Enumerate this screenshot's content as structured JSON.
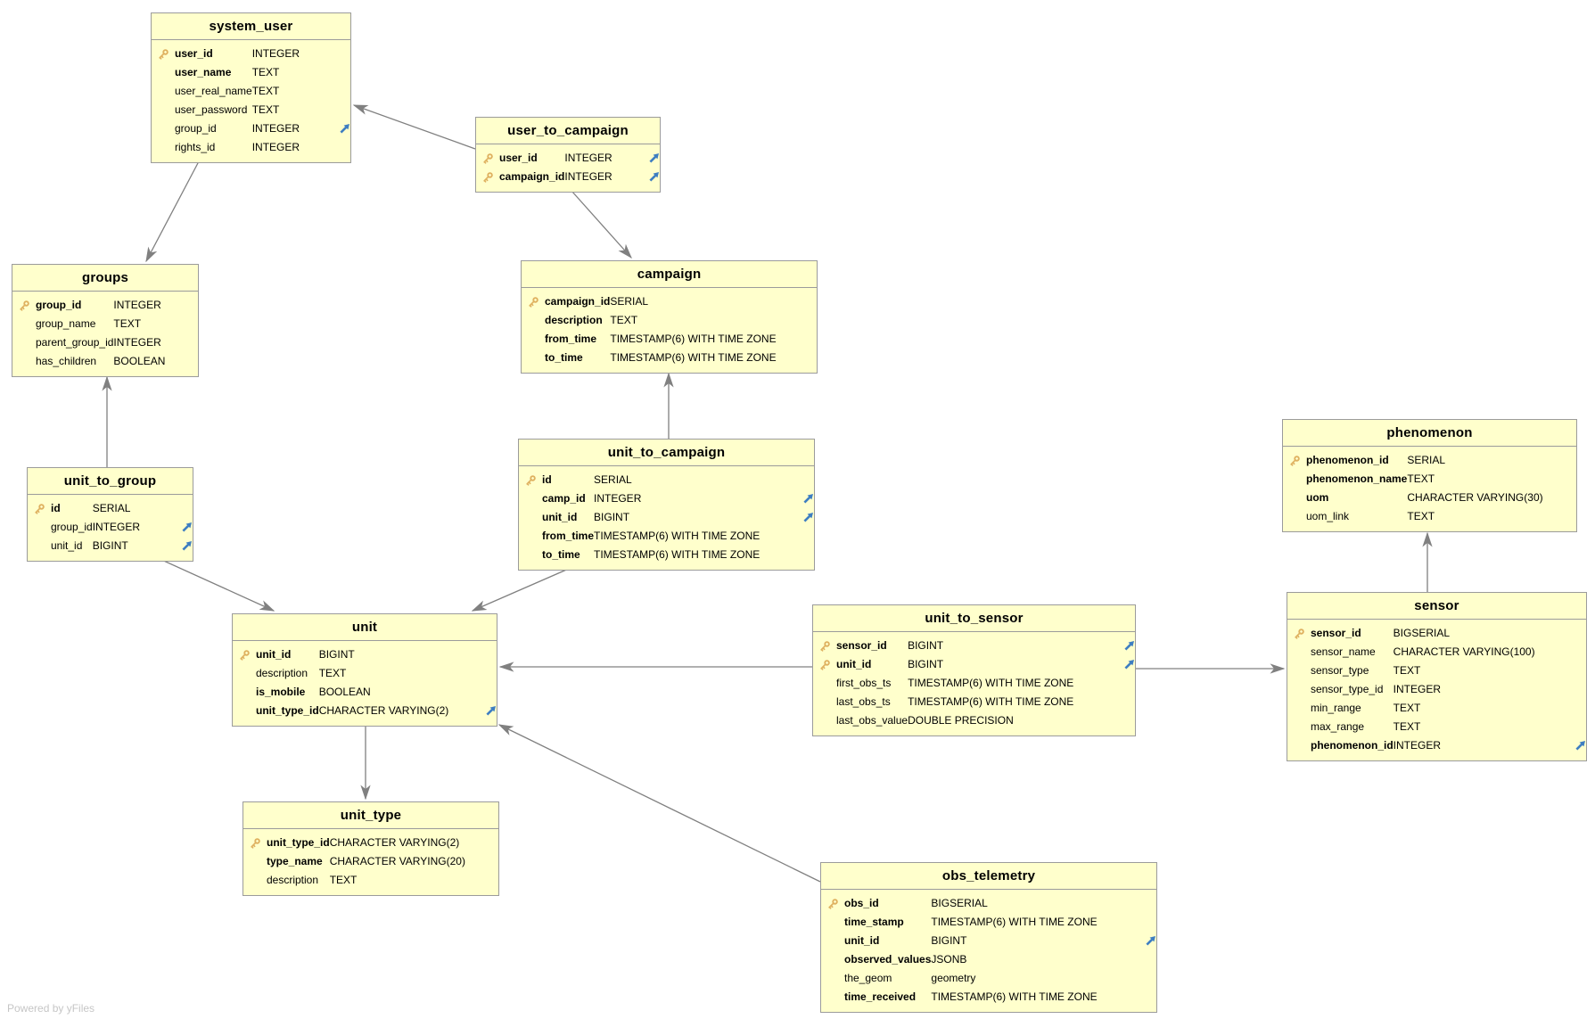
{
  "diagram": {
    "watermark": "Powered by yFiles",
    "colors": {
      "table_fill": "#FFFFCC",
      "table_border": "#9B9B9B",
      "edge": "#808080",
      "fk_arrow": "#3E7EC1",
      "key_icon": "#DFB160"
    },
    "tables": [
      {
        "name": "system_user",
        "fields": [
          {
            "name": "user_id",
            "type": "INTEGER",
            "key": true,
            "bold": true
          },
          {
            "name": "user_name",
            "type": "TEXT",
            "bold": true
          },
          {
            "name": "user_real_name",
            "type": "TEXT"
          },
          {
            "name": "user_password",
            "type": "TEXT"
          },
          {
            "name": "group_id",
            "type": "INTEGER",
            "fk": true
          },
          {
            "name": "rights_id",
            "type": "INTEGER"
          }
        ]
      },
      {
        "name": "user_to_campaign",
        "fields": [
          {
            "name": "user_id",
            "type": "INTEGER",
            "key": true,
            "bold": true,
            "fk": true
          },
          {
            "name": "campaign_id",
            "type": "INTEGER",
            "key": true,
            "bold": true,
            "fk": true
          }
        ]
      },
      {
        "name": "groups",
        "fields": [
          {
            "name": "group_id",
            "type": "INTEGER",
            "key": true,
            "bold": true
          },
          {
            "name": "group_name",
            "type": "TEXT"
          },
          {
            "name": "parent_group_id",
            "type": "INTEGER"
          },
          {
            "name": "has_children",
            "type": "BOOLEAN"
          }
        ]
      },
      {
        "name": "campaign",
        "fields": [
          {
            "name": "campaign_id",
            "type": "SERIAL",
            "key": true,
            "bold": true
          },
          {
            "name": "description",
            "type": "TEXT",
            "bold": true
          },
          {
            "name": "from_time",
            "type": "TIMESTAMP(6) WITH TIME ZONE",
            "bold": true
          },
          {
            "name": "to_time",
            "type": "TIMESTAMP(6) WITH TIME ZONE",
            "bold": true
          }
        ]
      },
      {
        "name": "unit_to_group",
        "fields": [
          {
            "name": "id",
            "type": "SERIAL",
            "key": true,
            "bold": true
          },
          {
            "name": "group_id",
            "type": "INTEGER",
            "fk": true
          },
          {
            "name": "unit_id",
            "type": "BIGINT",
            "fk": true
          }
        ]
      },
      {
        "name": "unit_to_campaign",
        "fields": [
          {
            "name": "id",
            "type": "SERIAL",
            "key": true,
            "bold": true
          },
          {
            "name": "camp_id",
            "type": "INTEGER",
            "bold": true,
            "fk": true
          },
          {
            "name": "unit_id",
            "type": "BIGINT",
            "bold": true,
            "fk": true
          },
          {
            "name": "from_time",
            "type": "TIMESTAMP(6) WITH TIME ZONE",
            "bold": true
          },
          {
            "name": "to_time",
            "type": "TIMESTAMP(6) WITH TIME ZONE",
            "bold": true
          }
        ]
      },
      {
        "name": "phenomenon",
        "fields": [
          {
            "name": "phenomenon_id",
            "type": "SERIAL",
            "key": true,
            "bold": true
          },
          {
            "name": "phenomenon_name",
            "type": "TEXT",
            "bold": true
          },
          {
            "name": "uom",
            "type": "CHARACTER VARYING(30)",
            "bold": true
          },
          {
            "name": "uom_link",
            "type": "TEXT"
          }
        ]
      },
      {
        "name": "unit",
        "fields": [
          {
            "name": "unit_id",
            "type": "BIGINT",
            "key": true,
            "bold": true
          },
          {
            "name": "description",
            "type": "TEXT"
          },
          {
            "name": "is_mobile",
            "type": "BOOLEAN",
            "bold": true
          },
          {
            "name": "unit_type_id",
            "type": "CHARACTER VARYING(2)",
            "bold": true,
            "fk": true
          }
        ]
      },
      {
        "name": "unit_to_sensor",
        "fields": [
          {
            "name": "sensor_id",
            "type": "BIGINT",
            "key": true,
            "bold": true,
            "fk": true
          },
          {
            "name": "unit_id",
            "type": "BIGINT",
            "key": true,
            "bold": true,
            "fk": true
          },
          {
            "name": "first_obs_ts",
            "type": "TIMESTAMP(6) WITH TIME ZONE"
          },
          {
            "name": "last_obs_ts",
            "type": "TIMESTAMP(6) WITH TIME ZONE"
          },
          {
            "name": "last_obs_value",
            "type": "DOUBLE PRECISION"
          }
        ]
      },
      {
        "name": "sensor",
        "fields": [
          {
            "name": "sensor_id",
            "type": "BIGSERIAL",
            "key": true,
            "bold": true
          },
          {
            "name": "sensor_name",
            "type": "CHARACTER VARYING(100)"
          },
          {
            "name": "sensor_type",
            "type": "TEXT"
          },
          {
            "name": "sensor_type_id",
            "type": "INTEGER"
          },
          {
            "name": "min_range",
            "type": "TEXT"
          },
          {
            "name": "max_range",
            "type": "TEXT"
          },
          {
            "name": "phenomenon_id",
            "type": "INTEGER",
            "bold": true,
            "fk": true
          }
        ]
      },
      {
        "name": "unit_type",
        "fields": [
          {
            "name": "unit_type_id",
            "type": "CHARACTER VARYING(2)",
            "key": true,
            "bold": true
          },
          {
            "name": "type_name",
            "type": "CHARACTER VARYING(20)",
            "bold": true
          },
          {
            "name": "description",
            "type": "TEXT"
          }
        ]
      },
      {
        "name": "obs_telemetry",
        "fields": [
          {
            "name": "obs_id",
            "type": "BIGSERIAL",
            "key": true,
            "bold": true
          },
          {
            "name": "time_stamp",
            "type": "TIMESTAMP(6) WITH TIME ZONE",
            "bold": true
          },
          {
            "name": "unit_id",
            "type": "BIGINT",
            "bold": true,
            "fk": true
          },
          {
            "name": "observed_values",
            "type": "JSONB",
            "bold": true
          },
          {
            "name": "the_geom",
            "type": "geometry"
          },
          {
            "name": "time_received",
            "type": "TIMESTAMP(6) WITH TIME ZONE",
            "bold": true
          }
        ]
      }
    ],
    "relations": [
      {
        "from": "user_to_campaign",
        "to": "system_user"
      },
      {
        "from": "system_user",
        "to": "groups"
      },
      {
        "from": "user_to_campaign",
        "to": "campaign"
      },
      {
        "from": "unit_to_campaign",
        "to": "campaign"
      },
      {
        "from": "unit_to_group",
        "to": "groups"
      },
      {
        "from": "unit_to_group",
        "to": "unit"
      },
      {
        "from": "unit_to_campaign",
        "to": "unit"
      },
      {
        "from": "unit",
        "to": "unit_type"
      },
      {
        "from": "unit_to_sensor",
        "to": "unit"
      },
      {
        "from": "obs_telemetry",
        "to": "unit"
      },
      {
        "from": "unit_to_sensor",
        "to": "sensor"
      },
      {
        "from": "sensor",
        "to": "phenomenon"
      }
    ]
  }
}
